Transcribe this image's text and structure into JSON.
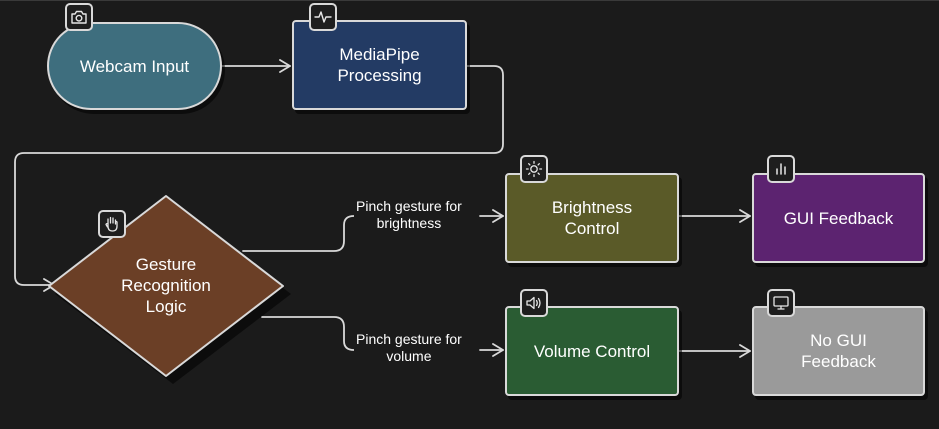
{
  "nodes": {
    "webcam": {
      "label": "Webcam Input",
      "color": "#3e6e7e",
      "icon": "camera-icon"
    },
    "mediapipe": {
      "label_line1": "MediaPipe",
      "label_line2": "Processing",
      "color": "#233b64",
      "icon": "pulse-icon"
    },
    "gesture": {
      "label_line1": "Gesture",
      "label_line2": "Recognition",
      "label_line3": "Logic",
      "color": "#6b3f26",
      "icon": "hand-icon"
    },
    "brightness": {
      "label_line1": "Brightness",
      "label_line2": "Control",
      "color": "#5a5a28",
      "icon": "sun-icon"
    },
    "gui_feedback": {
      "label": "GUI Feedback",
      "color": "#5c2370",
      "icon": "bar-chart-icon"
    },
    "volume": {
      "label": "Volume Control",
      "color": "#2a5c33",
      "icon": "speaker-icon"
    },
    "no_gui_feedback": {
      "label_line1": "No GUI",
      "label_line2": "Feedback",
      "color": "#9a9a9a",
      "icon": "monitor-icon"
    }
  },
  "edges": {
    "brightness_label_line1": "Pinch gesture for",
    "brightness_label_line2": "brightness",
    "volume_label_line1": "Pinch gesture for",
    "volume_label_line2": "volume"
  },
  "colors": {
    "background": "#1b1b1b",
    "stroke": "#d9d9d9"
  }
}
